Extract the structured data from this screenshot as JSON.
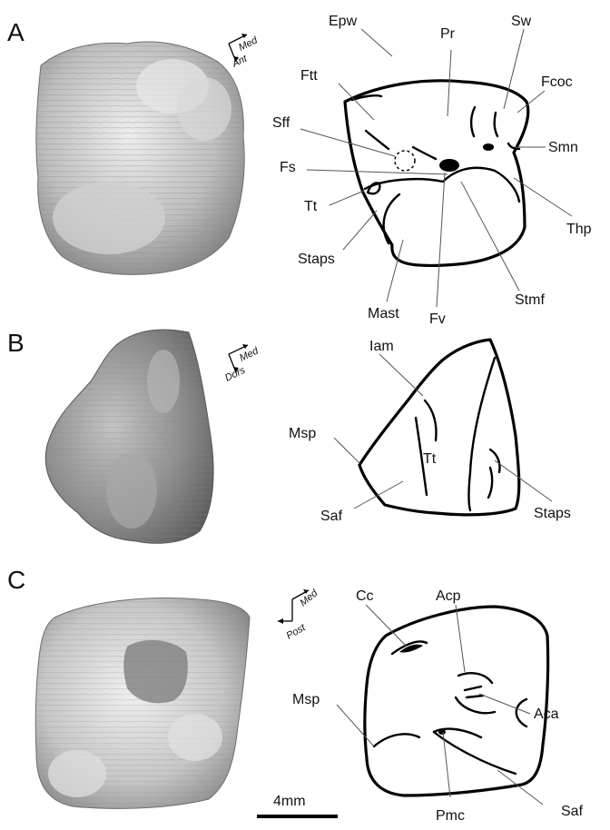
{
  "panels": {
    "A": {
      "letter": "A",
      "orientation": {
        "primary": "Med",
        "secondary": "Ant"
      },
      "labels": {
        "epw": "Epw",
        "pr": "Pr",
        "sw": "Sw",
        "ftt": "Ftt",
        "fcoc": "Fcoc",
        "sff": "Sff",
        "smn": "Smn",
        "fs": "Fs",
        "tt": "Tt",
        "thp": "Thp",
        "staps": "Staps",
        "stmf": "Stmf",
        "mast": "Mast",
        "fv": "Fv"
      }
    },
    "B": {
      "letter": "B",
      "orientation": {
        "primary": "Med",
        "secondary": "Dors"
      },
      "labels": {
        "iam": "Iam",
        "msp": "Msp",
        "tt": "Tt",
        "saf": "Saf",
        "staps": "Staps"
      }
    },
    "C": {
      "letter": "C",
      "orientation": {
        "primary": "Med",
        "secondary": "Post"
      },
      "labels": {
        "cc": "Cc",
        "acp": "Acp",
        "aca": "Aca",
        "msp": "Msp",
        "saf": "Saf",
        "pmc": "Pmc"
      }
    }
  },
  "scale_bar": {
    "label": "4mm"
  },
  "colors": {
    "ink": "#000000",
    "specimen_light": "#d6d6d6",
    "specimen_dark": "#8a8a8a"
  }
}
